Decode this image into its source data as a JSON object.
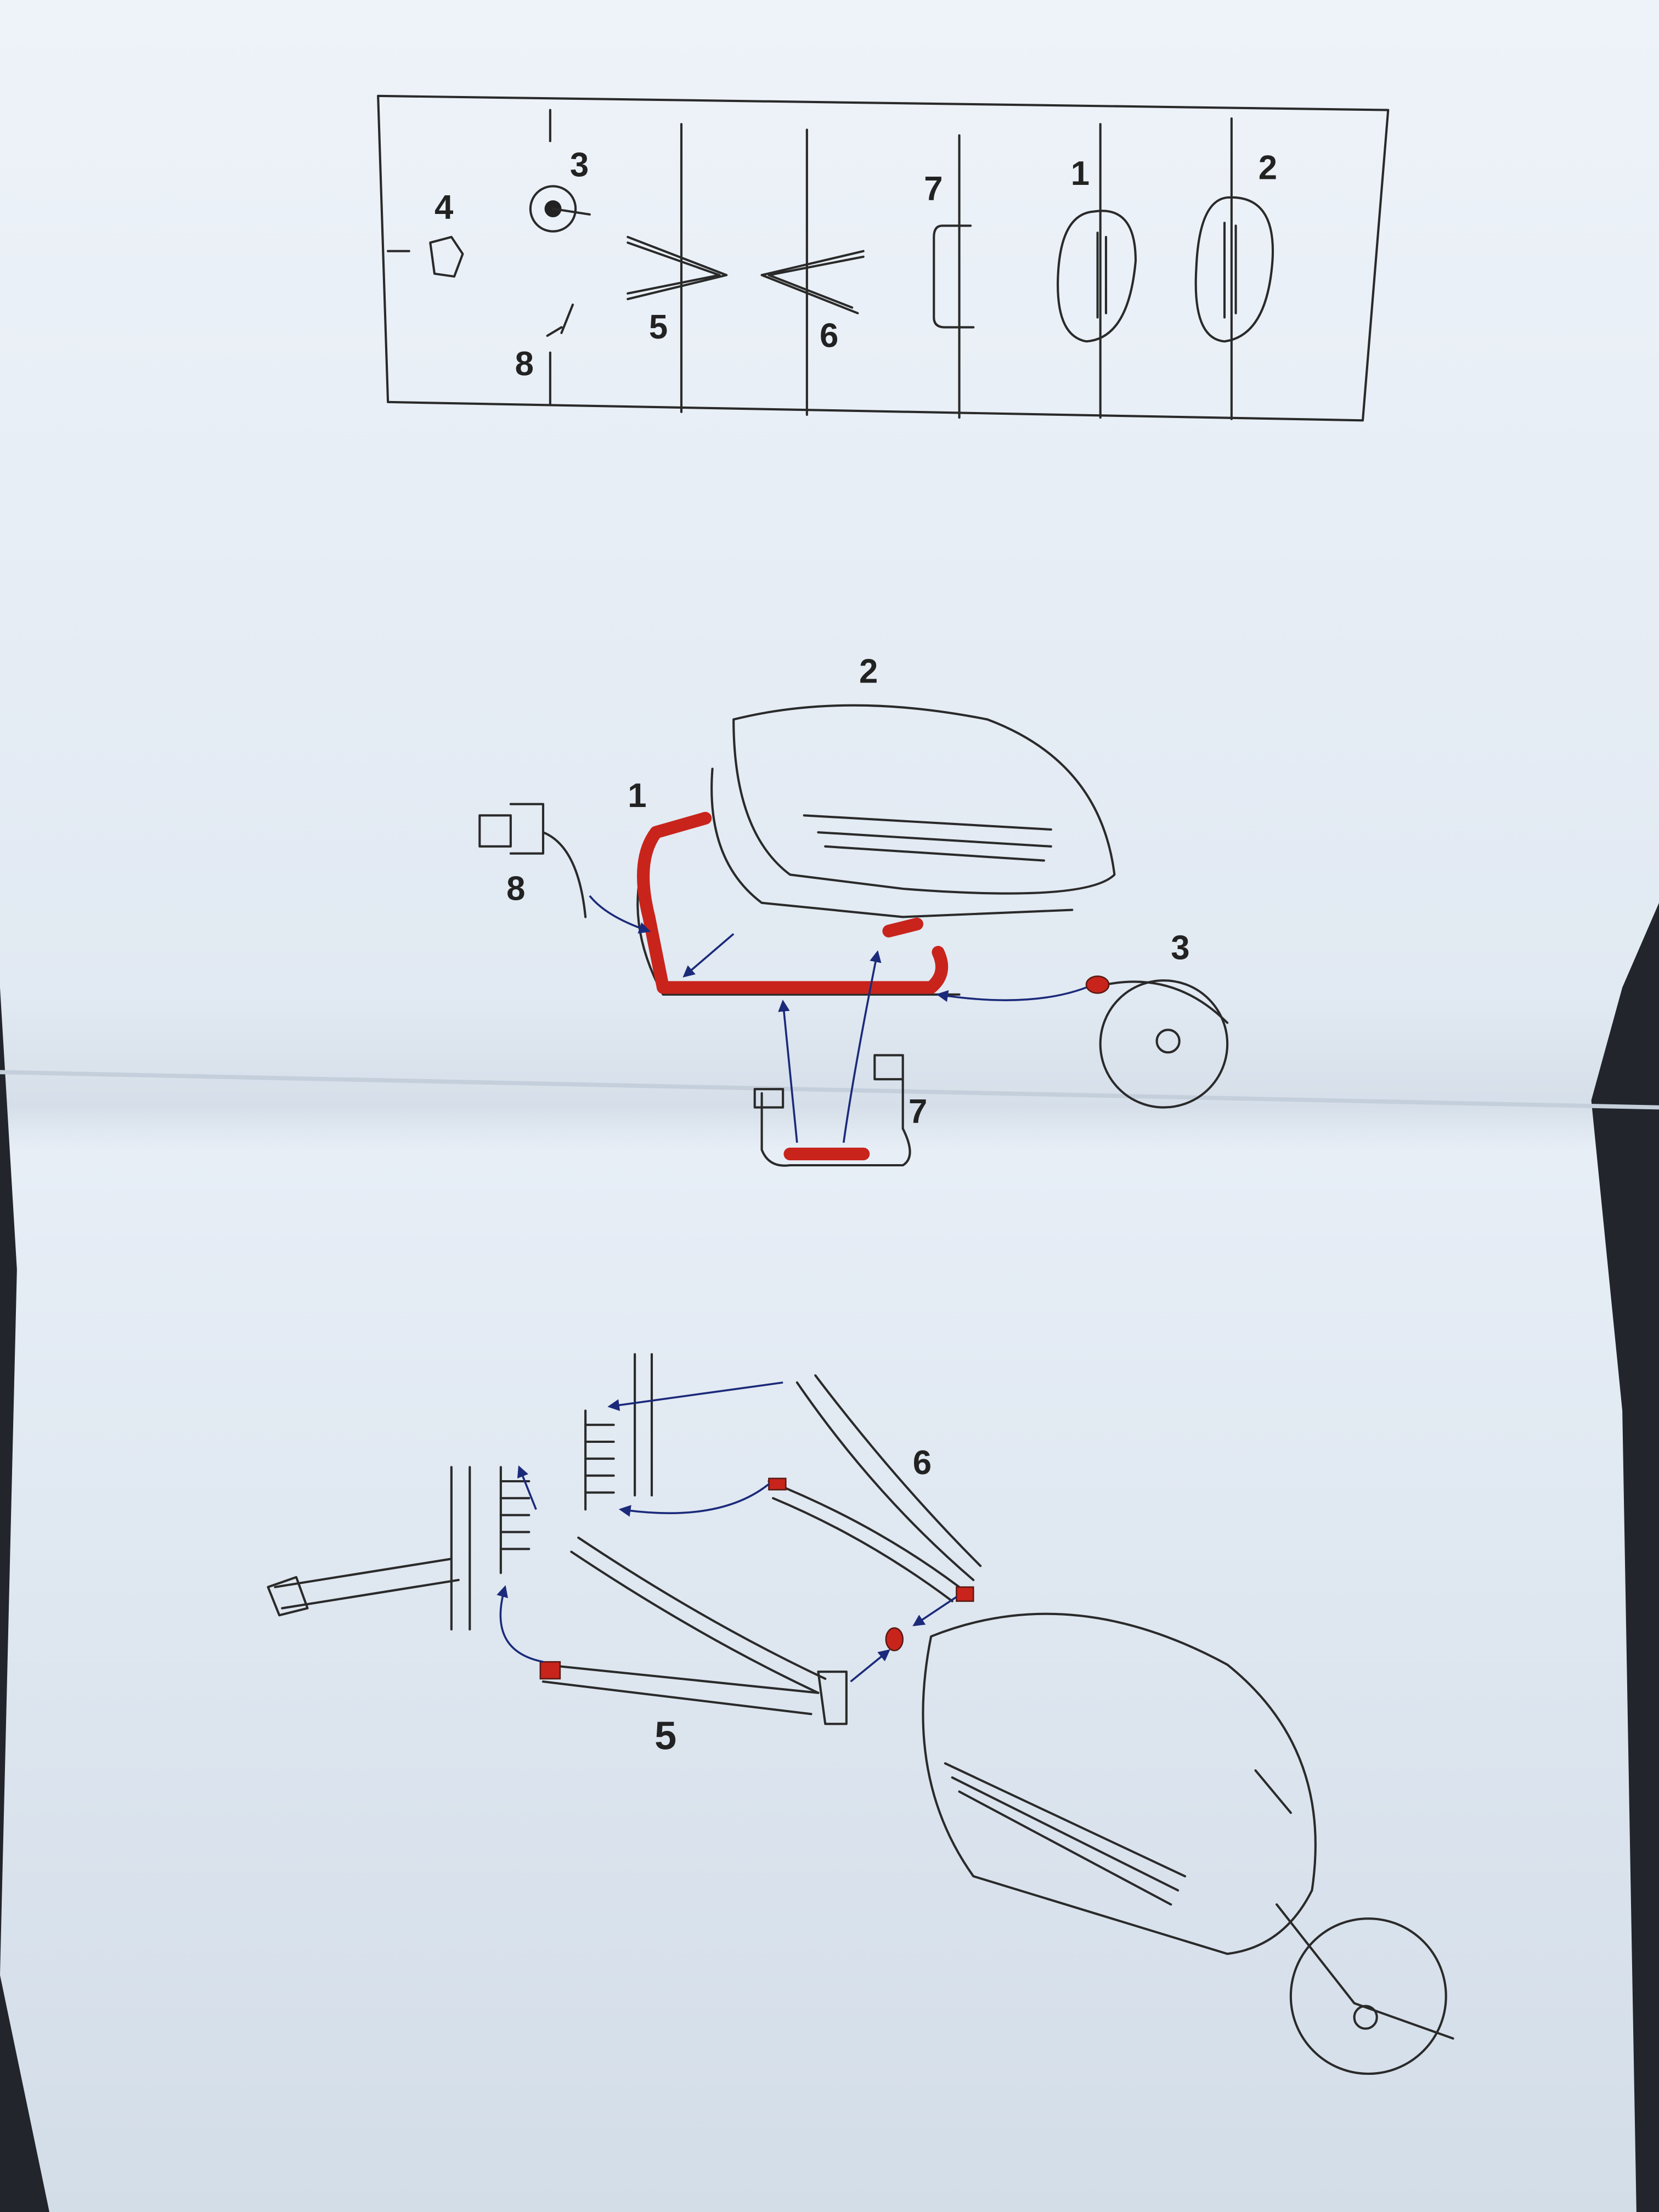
{
  "parts_table": {
    "labels": {
      "p4": "4",
      "p3": "3",
      "p8": "8",
      "p5": "5",
      "p6": "6",
      "p7": "7",
      "p1": "1",
      "p2": "2"
    }
  },
  "assembly_step_1": {
    "labels": {
      "p2": "2",
      "p1": "1",
      "p8": "8",
      "p3": "3",
      "p7": "7"
    }
  },
  "assembly_step_2": {
    "labels": {
      "p6": "6",
      "p5": "5"
    }
  },
  "colors": {
    "paper": "#e6eef6",
    "highlight": "#c8241c",
    "arrow": "#1b2a7a",
    "line": "#2a2a2a"
  }
}
